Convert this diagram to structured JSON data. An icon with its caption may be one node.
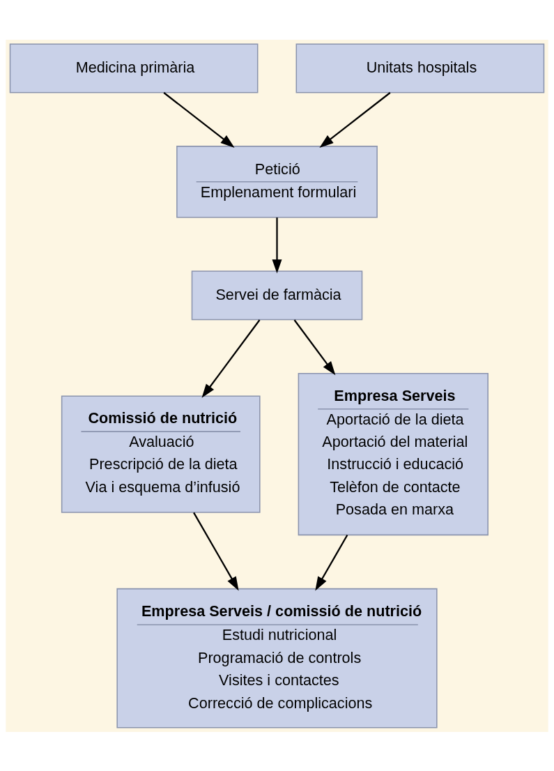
{
  "diagram": {
    "nodes": [
      {
        "text": [
          "Medicina primària"
        ]
      },
      {
        "text": [
          "Unitats hospitals"
        ]
      },
      {
        "text": [
          "Petició",
          "Emplenament formulari"
        ]
      },
      {
        "text": [
          "Servei de farmàcia"
        ]
      },
      {
        "text": [
          "Comissió de nutrició",
          "Avaluació",
          "Prescripció de la dieta",
          "Via i esquema d’infusió"
        ]
      },
      {
        "text": [
          "Empresa Serveis",
          "Aportació de la dieta",
          "Aportació del material",
          "Instrucció i educació",
          "Telèfon de contacte",
          "Posada en marxa"
        ]
      },
      {
        "text": [
          "Empresa Serveis / comissió de nutrició",
          "Estudi nutricional",
          "Programació de controls",
          "Visites i contactes",
          "Correcció de complicacions"
        ]
      }
    ],
    "edges": [
      {
        "from": 0,
        "to": 2,
        "arrow": "to"
      },
      {
        "from": 1,
        "to": 2,
        "arrow": "to"
      },
      {
        "from": 2,
        "to": 3,
        "arrow": "to"
      },
      {
        "from": 3,
        "to": 4,
        "arrow": "to"
      },
      {
        "from": 3,
        "to": 5,
        "arrow": "to"
      },
      {
        "from": 4,
        "to": 6,
        "arrow": "to"
      },
      {
        "from": 5,
        "to": 6,
        "arrow": "to"
      }
    ]
  }
}
